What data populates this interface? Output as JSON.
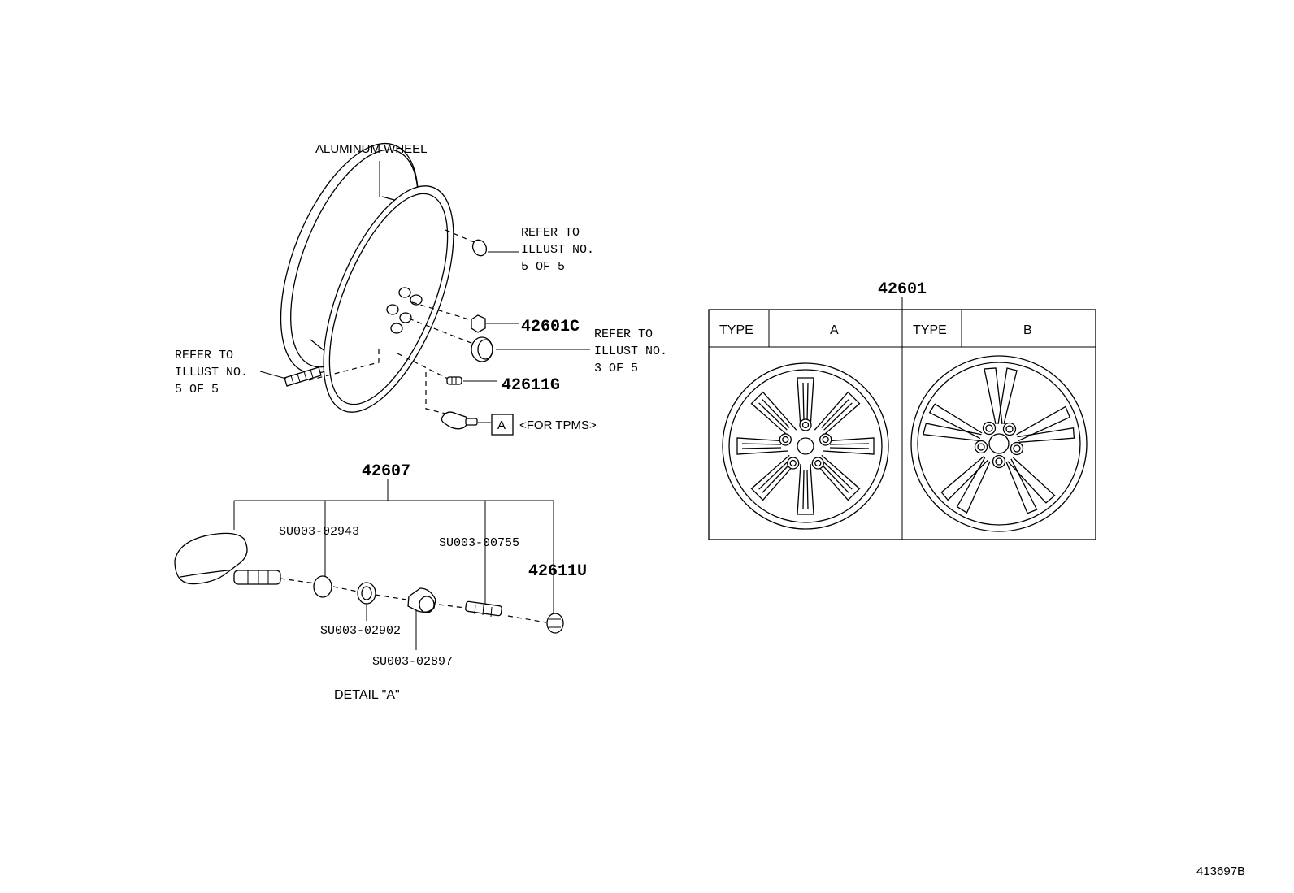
{
  "main_wheel": {
    "label": "ALUMINUM WHEEL"
  },
  "callouts": {
    "refer_top": [
      "REFER TO",
      "ILLUST NO.",
      "5 OF 5"
    ],
    "refer_right": [
      "REFER TO",
      "ILLUST NO.",
      "3 OF 5"
    ],
    "refer_left": [
      "REFER TO",
      "ILLUST NO.",
      "5 OF 5"
    ],
    "part_lug_nut": "42601C",
    "part_center_cap": "42611G",
    "detail_box_letter": "A",
    "for_tpms": "<FOR TPMS>"
  },
  "detail_a": {
    "group_part": "42607",
    "part_su02943": "SU003-02943",
    "part_su00755": "SU003-00755",
    "part_42611u": "42611U",
    "part_su02902": "SU003-02902",
    "part_su02897": "SU003-02897",
    "title": "DETAIL \"A\""
  },
  "type_table": {
    "part_number": "42601",
    "header_type_label_1": "TYPE",
    "header_value_1": "A",
    "header_type_label_2": "TYPE",
    "header_value_2": "B"
  },
  "footer": {
    "illustration_id": "413697B"
  }
}
